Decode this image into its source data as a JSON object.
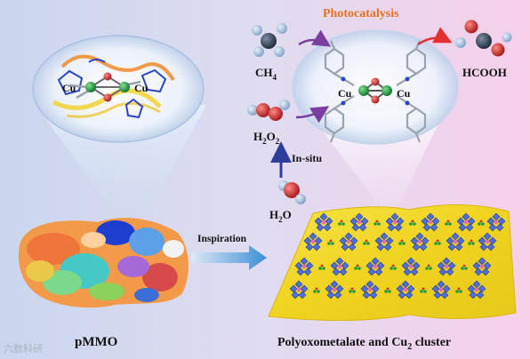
{
  "labels": {
    "photocatalysis": "Photocatalysis",
    "ch4": "CH",
    "ch4_sub": "4",
    "hcooh": "HCOOH",
    "h2o2_a": "H",
    "h2o2_sub1": "2",
    "h2o2_b": "O",
    "h2o2_sub2": "2",
    "insitu": "In-situ",
    "h2o_a": "H",
    "h2o_sub": "2",
    "h2o_b": "O",
    "inspiration": "Inspiration",
    "pmmo": "pMMO",
    "pom_a": "Polyoxometalate and Cu",
    "pom_sub": "2",
    "pom_b": " cluster",
    "cu_left_1": "Cu",
    "cu_left_2": "Cu",
    "cu_right_1": "Cu",
    "cu_right_2": "Cu",
    "watermark": "六数科研"
  },
  "colors": {
    "bg_left": "#cfd9ee",
    "bg_right": "#f4cde8",
    "photocatalysis": "#e2731e",
    "arrow_purple": "#7a3ea0",
    "arrow_red": "#e53030",
    "arrow_blue": "#2c3e9a",
    "sheet_yellow": "#f1db2a",
    "cu_green": "#1f9a3e",
    "oxygen_red": "#d8262a",
    "carbon_dark": "#37475d",
    "hydrogen": "#a8c2e2"
  }
}
